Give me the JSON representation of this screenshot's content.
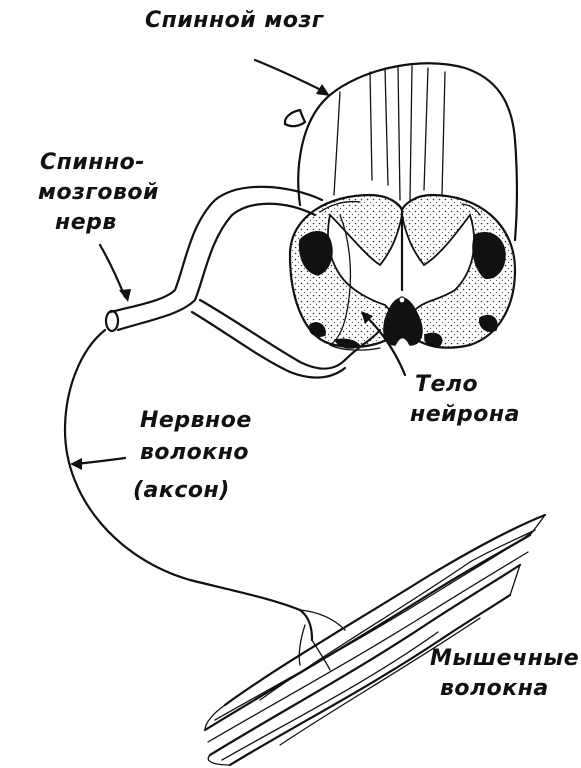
{
  "labels": {
    "spinal_cord": "Спинной мозг",
    "spinal_nerve": [
      "Спинно-",
      "мозговой",
      "нерв"
    ],
    "neuron_body": [
      "Тело",
      "нейрона"
    ],
    "nerve_fiber": [
      "Нервное",
      "волокно",
      "(аксон)"
    ],
    "muscle_fibers": [
      "Мышечные",
      "волокна"
    ]
  }
}
